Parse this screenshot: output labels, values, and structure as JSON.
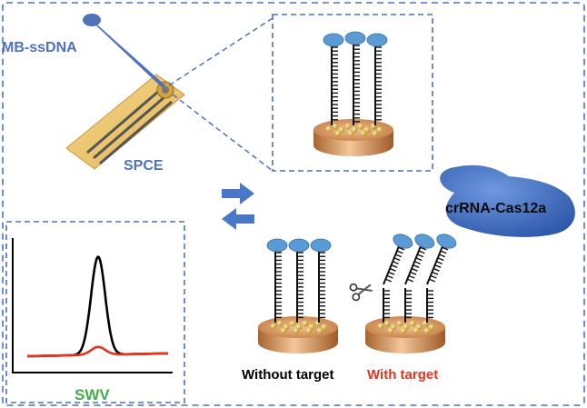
{
  "labels": {
    "probe": "MB-ssDNA",
    "electrode": "SPCE",
    "enzyme": "crRNA-Cas12a",
    "method": "SWV",
    "without_target": "Without target",
    "with_target": "With target"
  },
  "colors": {
    "frame_dash": "#4f72b8",
    "probe_label": "#4f72b8",
    "method_label": "#3fae49",
    "with_target_label": "#e5321d",
    "without_target_label": "#000000",
    "blob": "#3f6fc4",
    "methylene_blue": "#5b9bd5",
    "gold": "#d8a838",
    "signal_black": "#000000",
    "signal_red": "#e5321d"
  },
  "icons": [
    "scissors-icon",
    "cycle-arrows-icon"
  ],
  "swv_traces": {
    "without_target": {
      "color": "#000000",
      "peak_height": 1.0
    },
    "with_target": {
      "color": "#e5321d",
      "peak_height": 0.08
    }
  }
}
